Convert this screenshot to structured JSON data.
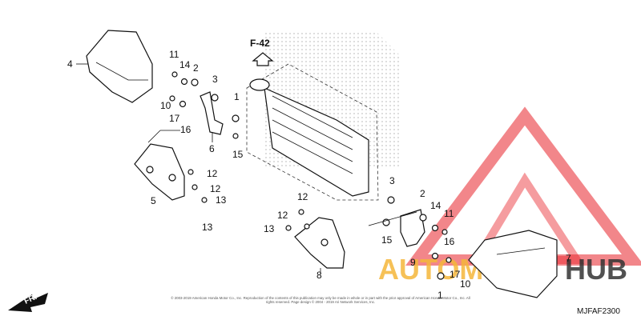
{
  "reference": {
    "label": "F-42"
  },
  "direction": {
    "label": "FR."
  },
  "diagram_code": "MJFAF2300",
  "watermark": {
    "word1": "AUTOMOTO",
    "word2": "HUB",
    "color1": "#f5b73a",
    "color2": "#333333",
    "logo_color": "#e8232a"
  },
  "copyright": "© 2003-2019 American Honda Motor Co., Inc. Reproduction of the contents of this publication may only be made in whole or in part with the prior approval of American Honda Motor Co., Inc. All rights reserved. Page design © 2004 - 2019 Ari Network Services, Inc.",
  "callouts": {
    "c1a": "1",
    "c1b": "1",
    "c2a": "2",
    "c2b": "2",
    "c3a": "3",
    "c3b": "3",
    "c4": "4",
    "c5": "5",
    "c6": "6",
    "c7": "7",
    "c8": "8",
    "c9": "9",
    "c10a": "10",
    "c10b": "10",
    "c11a": "11",
    "c11b": "11",
    "c12a": "12",
    "c12b": "12",
    "c12c": "12",
    "c12d": "12",
    "c13a": "13",
    "c13b": "13",
    "c13c": "13",
    "c14a": "14",
    "c14b": "14",
    "c15a": "15",
    "c15b": "15",
    "c16a": "16",
    "c16b": "16",
    "c17a": "17",
    "c17b": "17"
  }
}
